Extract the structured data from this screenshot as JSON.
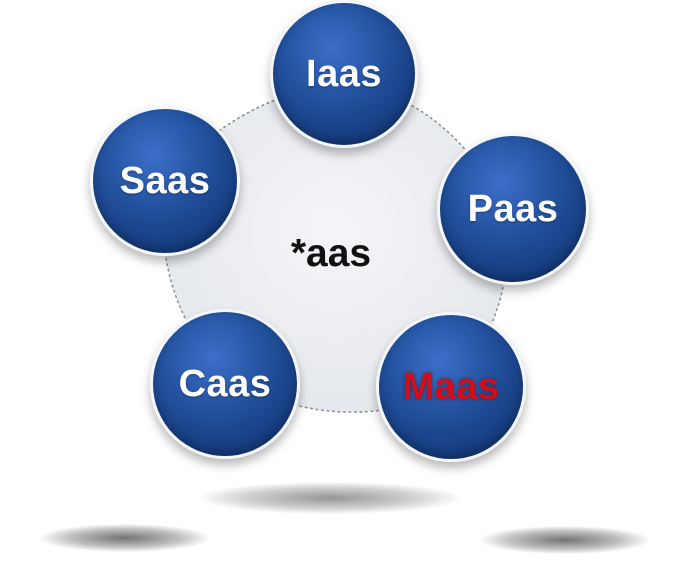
{
  "diagram": {
    "center": {
      "label": "*aas"
    },
    "nodes": [
      {
        "id": "iaas",
        "label": "Iaas",
        "label_color": "#ffffff"
      },
      {
        "id": "paas",
        "label": "Paas",
        "label_color": "#ffffff"
      },
      {
        "id": "maas",
        "label": "Maas",
        "label_color": "#d10f1a"
      },
      {
        "id": "caas",
        "label": "Caas",
        "label_color": "#ffffff"
      },
      {
        "id": "saas",
        "label": "Saas",
        "label_color": "#ffffff"
      }
    ],
    "colors": {
      "node_fill": "#23529f",
      "node_border": "#f4f6fb",
      "hub_fill": "#eef0f4",
      "hub_outline": "#8a8f98",
      "center_text": "#111111"
    }
  }
}
